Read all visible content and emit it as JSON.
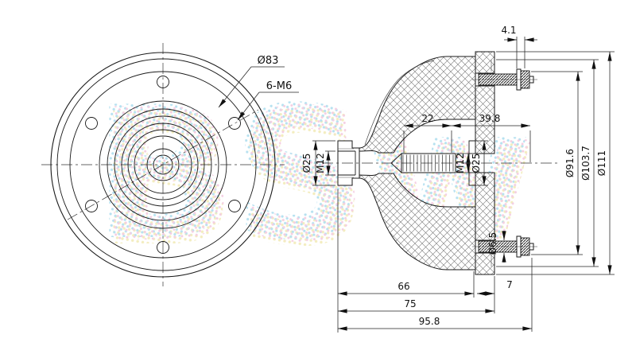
{
  "watermark": "BSw",
  "front_view": {
    "dim_bolt_circle": "Ø83",
    "dim_mounting_holes": "6-M6"
  },
  "section_view": {
    "dim_washer_thickness": "4.1",
    "dim_stud_length_22": "22",
    "dim_stud_length_39_8": "39.8",
    "dim_left_boss_diameter": "Ø25",
    "dim_left_thread": "M12",
    "dim_right_thread": "M12",
    "dim_right_boss_diameter": "Ø25",
    "dim_bolt_circle_diameter": "Ø91.6",
    "dim_recess_diameter": "Ø103.7",
    "dim_flange_diameter": "Ø111",
    "dim_hole_diameter": "Ø6.5",
    "dim_length_66": "66",
    "dim_flange_thickness": "7",
    "dim_length_75": "75",
    "dim_overall_length": "95.8"
  }
}
